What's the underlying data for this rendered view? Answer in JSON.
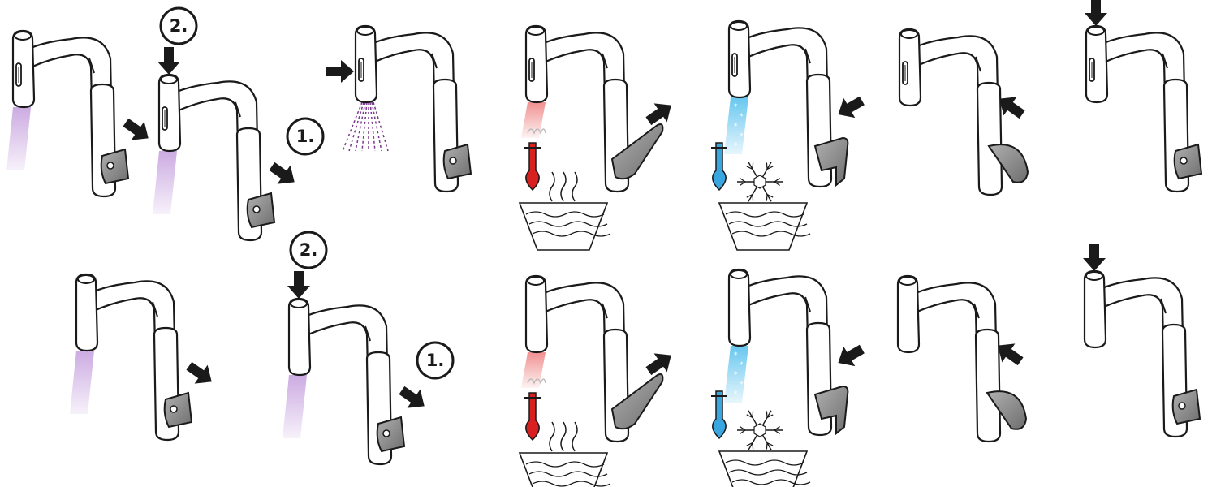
{
  "colors": {
    "outline": "#1a1a1a",
    "fill": "#ffffff",
    "handle": "#8c8c8c",
    "handle_dark": "#555555",
    "arrow": "#1a1a1a",
    "light_stream": "#c9a6e0",
    "hot_stream": "#f08a8a",
    "cold_stream": "#5fc4ee",
    "hot_thermometer": "#d92020",
    "cold_thermometer": "#3aa6e0"
  },
  "steps": {
    "first": "1.",
    "second": "2."
  },
  "rows": [
    {
      "faucet_style": "pull-out spray with side button",
      "panels": [
        {
          "id": "light-on",
          "stream": "light",
          "lever": "neutral",
          "icons": []
        },
        {
          "id": "two-step",
          "stream": "light",
          "lever": "neutral",
          "icons": [
            "step-1",
            "step-2",
            "press-top"
          ]
        },
        {
          "id": "spray",
          "stream": "spray",
          "lever": "neutral",
          "icons": [
            "press-side"
          ]
        },
        {
          "id": "hot",
          "stream": "hot",
          "lever": "raised-right",
          "icons": [
            "hot-thermometer",
            "steam-basin"
          ]
        },
        {
          "id": "cold",
          "stream": "cold",
          "lever": "raised-left",
          "icons": [
            "cold-thermometer",
            "snowflake-basin"
          ]
        },
        {
          "id": "off",
          "stream": "none",
          "lever": "pushed-down",
          "icons": []
        },
        {
          "id": "press-top-off",
          "stream": "none",
          "lever": "neutral",
          "icons": [
            "press-top"
          ]
        }
      ]
    },
    {
      "faucet_style": "standard pull-out",
      "panels": [
        {
          "id": "light-on",
          "stream": "light",
          "lever": "neutral",
          "icons": []
        },
        {
          "id": "two-step",
          "stream": "light",
          "lever": "neutral",
          "icons": [
            "step-1",
            "step-2",
            "press-top"
          ]
        },
        {
          "id": "hot",
          "stream": "hot",
          "lever": "raised-right",
          "icons": [
            "hot-thermometer",
            "steam-basin"
          ]
        },
        {
          "id": "cold",
          "stream": "cold",
          "lever": "raised-left",
          "icons": [
            "cold-thermometer",
            "snowflake-basin"
          ]
        },
        {
          "id": "off",
          "stream": "none",
          "lever": "pushed-down",
          "icons": []
        },
        {
          "id": "press-top-off",
          "stream": "none",
          "lever": "neutral",
          "icons": [
            "press-top"
          ]
        }
      ]
    }
  ]
}
